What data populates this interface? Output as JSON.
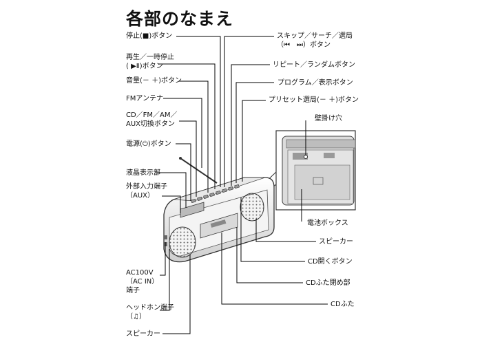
{
  "title": "各部のなまえ",
  "labels_left": {
    "stop": [
      "停止(■)ボタン"
    ],
    "play": [
      "再生／一時停止",
      "( ▶Ⅱ)ボタン"
    ],
    "volume": [
      "音量(－ ＋)ボタン"
    ],
    "fm_antenna": [
      "FMアンテナ"
    ],
    "mode": [
      "CD／FM／AM／",
      "AUX切換ボタン"
    ],
    "power": [
      "電源(⏻)ボタン"
    ],
    "lcd": [
      "液晶表示部"
    ],
    "aux": [
      "外部入力端子",
      "（AUX）"
    ],
    "ac_in": [
      "AC100V",
      "（AC IN）",
      "端子"
    ],
    "headphone": [
      "ヘッドホン端子",
      "（♫）"
    ],
    "speaker_left": [
      "スピーカー"
    ]
  },
  "labels_right": {
    "skip": [
      "スキップ／サーチ／選局",
      "（⏮　⏭）ボタン"
    ],
    "repeat": [
      "リピート／ランダムボタン"
    ],
    "program": [
      "プログラム／表示ボタン"
    ],
    "preset": [
      "プリセット選局(－ ＋)ボタン"
    ],
    "wall_hole": [
      "壁掛け穴"
    ],
    "battery_box": [
      "電池ボックス"
    ],
    "speaker_right": [
      "スピーカー"
    ],
    "cd_open": [
      "CD開くボタン"
    ],
    "cd_lid_lock": [
      "CDふた閉め部"
    ],
    "cd_lid": [
      "CDふた"
    ]
  },
  "icons": {
    "device": "boombox-illustration",
    "back": "back-panel-inset"
  }
}
